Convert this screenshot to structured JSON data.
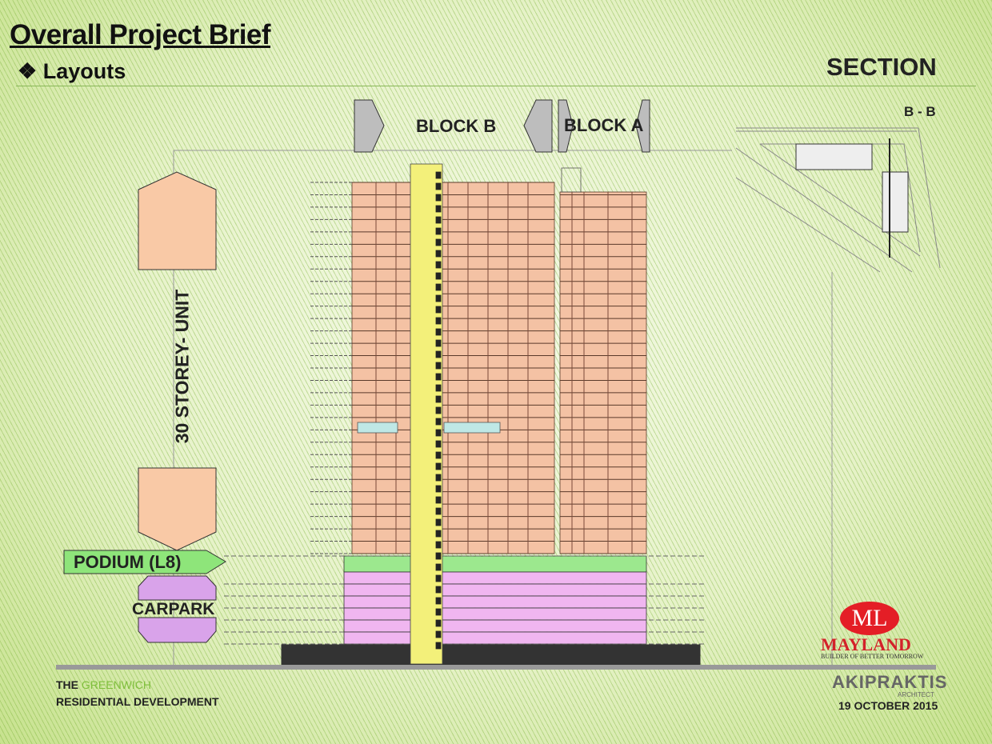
{
  "header": {
    "title": "Overall Project Brief",
    "subtitle_bullet": "❖",
    "subtitle": "Layouts",
    "section_label": "SECTION"
  },
  "blocks": {
    "block_b": "BLOCK B",
    "block_a": "BLOCK A"
  },
  "key_plan": {
    "label": "B - B"
  },
  "legend": {
    "storey": "30 STOREY- UNIT",
    "podium": "PODIUM (L8)",
    "carpark": "CARPARK"
  },
  "building": {
    "tower_floors": 30,
    "carpark_levels": 6,
    "colors": {
      "units": "#f4c2a4",
      "podium": "#9ce88e",
      "carpark": "#f0b6f0",
      "core": "#f3f07a",
      "base": "#333333"
    }
  },
  "footer": {
    "project_the": "THE",
    "project_name": "GREENWICH",
    "project_sub": "RESIDENTIAL DEVELOPMENT",
    "architect": "AKIPRAKTIS",
    "architect_sub": "ARCHITECT",
    "date": "19 OCTOBER 2015"
  },
  "logo": {
    "monogram": "ML",
    "name": "MAYLAND",
    "tagline": "BUILDER OF BETTER TOMORROW"
  }
}
